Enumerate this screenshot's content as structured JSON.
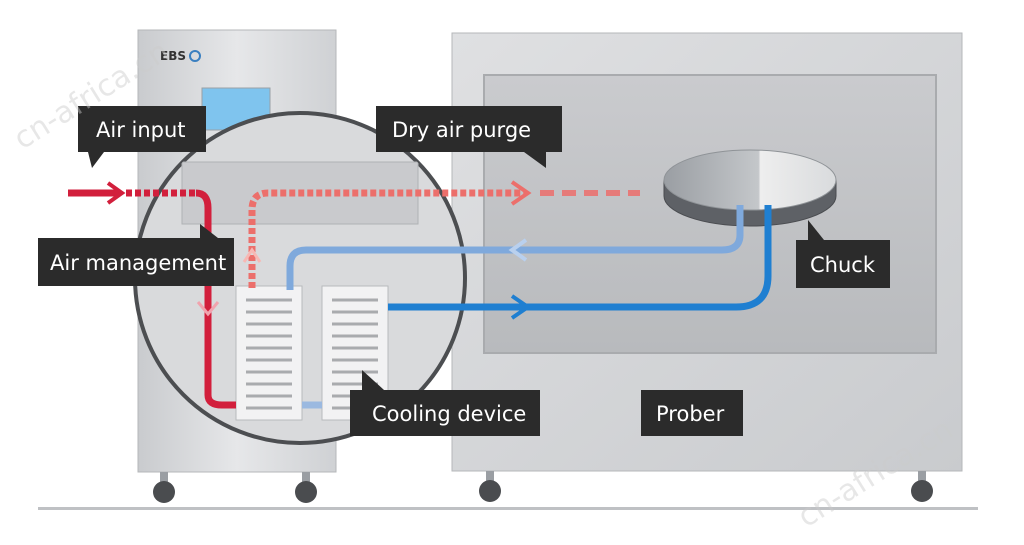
{
  "brand": {
    "logo_text": "EBS"
  },
  "labels": {
    "air_input": "Air input",
    "dry_air_purge": "Dry air purge",
    "air_management": "Air management",
    "chuck": "Chuck",
    "cooling_device": "Cooling device",
    "prober": "Prober"
  },
  "watermark": {
    "text": "cn-africa.cn"
  },
  "colors": {
    "warm_air": "#d21f3c",
    "dry_air": "#ec6f6b",
    "cold_return": "#7fa9dc",
    "cold_supply": "#1f7fd1",
    "callout_bg": "#2b2b2b"
  }
}
